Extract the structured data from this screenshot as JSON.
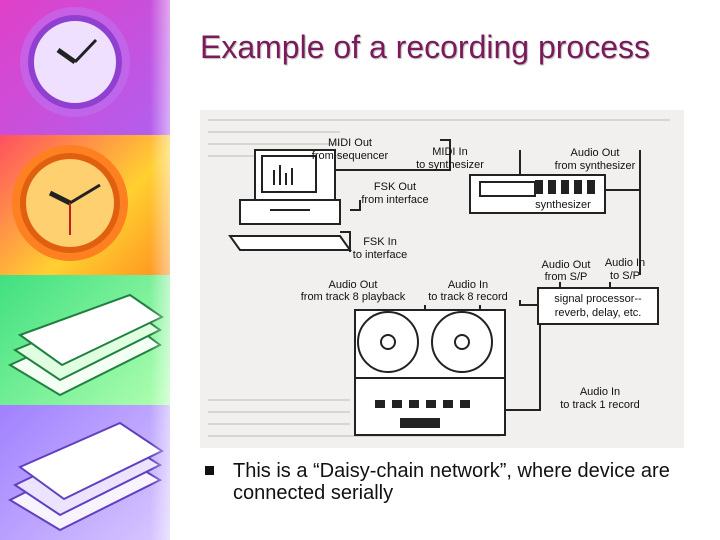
{
  "slide": {
    "title": "Example of a recording process",
    "bullet": "This is a “Daisy-chain network”, where device are connected serially"
  },
  "diagram": {
    "labels": {
      "midi_out": [
        "MIDI Out",
        "from sequencer"
      ],
      "midi_in": [
        "MIDI In",
        "to synthesizer"
      ],
      "audio_out_synth": [
        "Audio Out",
        "from synthesizer"
      ],
      "fsk_out": [
        "FSK Out",
        "from interface"
      ],
      "synthesizer": "synthesizer",
      "fsk_in": [
        "FSK In",
        "to interface"
      ],
      "audio_out_sp": [
        "Audio Out",
        "from S/P"
      ],
      "audio_in_sp": [
        "Audio In",
        "to S/P"
      ],
      "audio_out_track8": [
        "Audio Out",
        "from track 8 playback"
      ],
      "audio_in_track8": [
        "Audio In",
        "to track 8 record"
      ],
      "signal_processor": [
        "signal processor--",
        "reverb, delay, etc."
      ],
      "audio_in_track1": [
        "Audio In",
        "to track 1 record"
      ]
    }
  },
  "colors": {
    "title": "#7a1a5a",
    "diagram_bg": "#f2f0ee",
    "line": "#222222"
  }
}
